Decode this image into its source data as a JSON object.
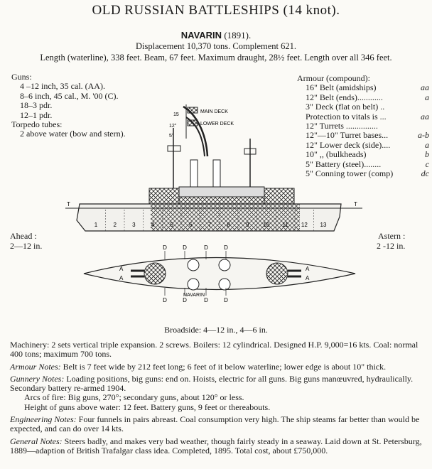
{
  "header": {
    "title": "OLD RUSSIAN BATTLESHIPS (14 knot).",
    "ship_name": "NAVARIN",
    "ship_year": "(1891).",
    "displacement": "Displacement 10,370 tons.   Complement 621.",
    "dimensions": "Length (waterline), 338 feet.   Beam, 67 feet.   Maximum draught, 28½ feet.   Length over all 346 feet."
  },
  "guns": {
    "heading": "Guns:",
    "items": [
      "4 –12 inch, 35 cal. (AA).",
      "8–6 inch, 45 cal., M. '00 (C).",
      "18–3 pdr.",
      "12–1 pdr."
    ],
    "torpedo_heading": "Torpedo tubes:",
    "torpedo_item": "2 above water (bow and stern)."
  },
  "armour": {
    "heading": "Armour (compound):",
    "rows": [
      {
        "label": "16\" Belt (amidships)",
        "value": "aa"
      },
      {
        "label": "12\" Belt (ends)............",
        "value": "a"
      },
      {
        "label": "3\" Deck (flat on belt) ..",
        "value": ""
      },
      {
        "label": "Protection to vitals is ...",
        "value": "aa"
      },
      {
        "label": "12\" Turrets ...............",
        "value": ""
      },
      {
        "label": "12\"—10\" Turret bases...",
        "value": "a-b"
      },
      {
        "label": "12\" Lower deck (side)....",
        "value": "a"
      },
      {
        "label": "10\"    ,,    (bulkheads)",
        "value": "b"
      },
      {
        "label": "5\" Battery (steel)........",
        "value": "c"
      },
      {
        "label": "5\" Conning tower (comp)",
        "value": "dc"
      }
    ]
  },
  "drawing": {
    "main_deck": "MAIN DECK",
    "lower_deck": "LOWER DECK",
    "deck_mark_15": "15",
    "deck_mark_12": "12\"",
    "deck_mark_5": "5\"",
    "section_numbers": [
      "1",
      "2",
      "3",
      "4",
      "5",
      "6",
      "7",
      "8",
      "9",
      "10",
      "11",
      "12",
      "13"
    ],
    "plan_name": "NAVARIN",
    "marker_a": "A",
    "marker_d": "D",
    "marker_t": "T"
  },
  "fire": {
    "ahead_label": "Ahead :",
    "ahead_value": "2—12 in.",
    "astern_label": "Astern :",
    "astern_value": "2 -12 in.",
    "broadside": "Broadside: 4—12 in., 4—6 in."
  },
  "notes": {
    "machinery": "Machinery: 2 sets vertical triple expansion. 2 screws. Boilers: 12 cylindrical. Designed H.P. 9,000=16 kts. Coal: normal 400 tons; maximum 700 tons.",
    "armour_label": "Armour Notes:",
    "armour_text": "Belt is 7 feet wide by 212 feet long; 6 feet of it below waterline; lower edge is about 10\" thick.",
    "gunnery_label": "Gunnery Notes:",
    "gunnery_text": "Loading positions, big guns: end on. Hoists, electric for all guns. Big guns manœuvred, hydraulically. Secondary battery re-armed 1904.",
    "arcs": "Arcs of fire: Big guns, 270°; secondary guns, about 120° or less.",
    "heights": "Height of guns above water: 12 feet. Battery guns, 9 feet or thereabouts.",
    "engineering_label": "Engineering Notes:",
    "engineering_text": "Four funnels in pairs abreast. Coal consumption very high. The ship steams far better than would be expected, and can do over 14 kts.",
    "general_label": "General Notes:",
    "general_text": "Steers badly, and makes very bad weather, though fairly steady in a seaway. Laid down at St. Petersburg, 1889—adaption of British Trafalgar class idea. Completed, 1895. Total cost, about £750,000."
  }
}
